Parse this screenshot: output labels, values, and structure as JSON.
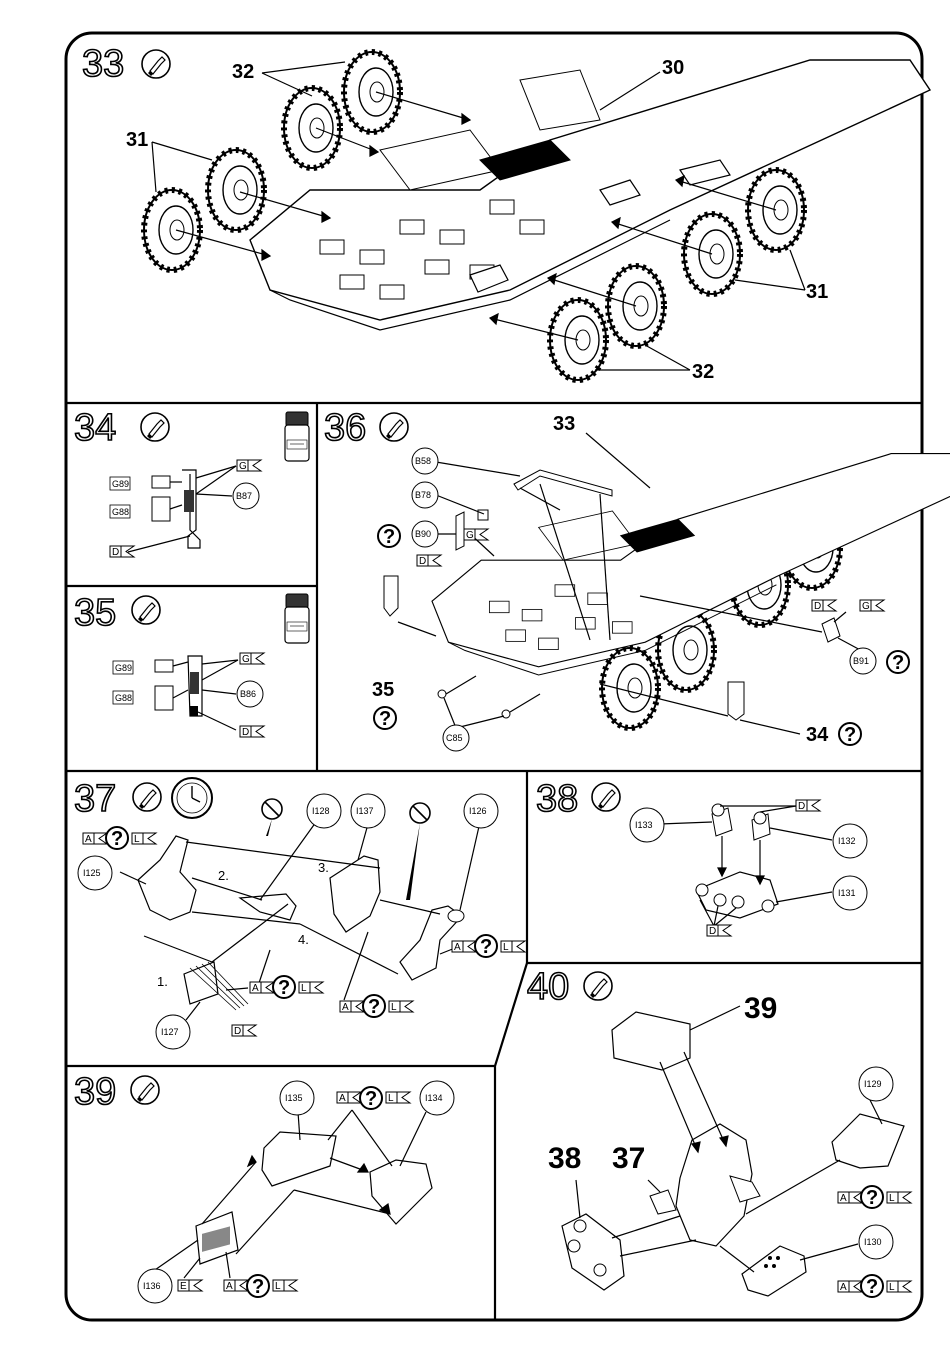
{
  "steps": {
    "s33": {
      "number": "33",
      "icon": "glue-tube-icon",
      "callouts": {
        "c30": "30",
        "c31a": "31",
        "c31b": "31",
        "c32a": "32",
        "c32b": "32"
      }
    },
    "s34": {
      "number": "34",
      "icon": "glue-tube-icon",
      "paint": "paint-jar-icon",
      "parts": {
        "p1": "G89",
        "p2": "G88",
        "p3": "B87"
      },
      "colors": {
        "c1": "G",
        "c2": "D"
      }
    },
    "s35": {
      "number": "35",
      "icon": "glue-tube-icon",
      "paint": "paint-jar-icon",
      "parts": {
        "p1": "G89",
        "p2": "G88",
        "p3": "B86"
      },
      "colors": {
        "c1": "G",
        "c2": "D"
      }
    },
    "s36": {
      "number": "36",
      "icon": "glue-tube-icon",
      "callouts": {
        "c33": "33",
        "c35": "35",
        "c34": "34"
      },
      "parts": {
        "p1": "B58",
        "p2": "B78",
        "p3": "B90",
        "p4": "B91",
        "p5": "C85"
      },
      "colors": {
        "c1": "G",
        "c2": "D",
        "c3": "D",
        "c4": "G"
      }
    },
    "s37": {
      "number": "37",
      "icon": "glue-tube-icon",
      "extra_icon": "drying-clock-icon",
      "parts": {
        "p1": "I128",
        "p2": "I137",
        "p3": "I126",
        "p4": "I125",
        "p5": "I127"
      },
      "sequence": {
        "n1": "1.",
        "n2": "2.",
        "n3": "3.",
        "n4": "4."
      },
      "colors": {
        "a": "A",
        "l": "L",
        "d": "D"
      }
    },
    "s38": {
      "number": "38",
      "icon": "glue-tube-icon",
      "parts": {
        "p1": "I133",
        "p2": "I132",
        "p3": "I131"
      },
      "colors": {
        "d": "D"
      }
    },
    "s39": {
      "number": "39",
      "icon": "glue-tube-icon",
      "parts": {
        "p1": "I135",
        "p2": "I134",
        "p3": "I136"
      },
      "colors": {
        "a": "A",
        "l": "L",
        "e": "E"
      }
    },
    "s40": {
      "number": "40",
      "icon": "glue-tube-icon",
      "callouts": {
        "c39": "39",
        "c38": "38",
        "c37": "37"
      },
      "parts": {
        "p1": "I129",
        "p2": "I130"
      },
      "colors": {
        "a": "A",
        "l": "L"
      }
    }
  },
  "symbols": {
    "question": "?"
  }
}
